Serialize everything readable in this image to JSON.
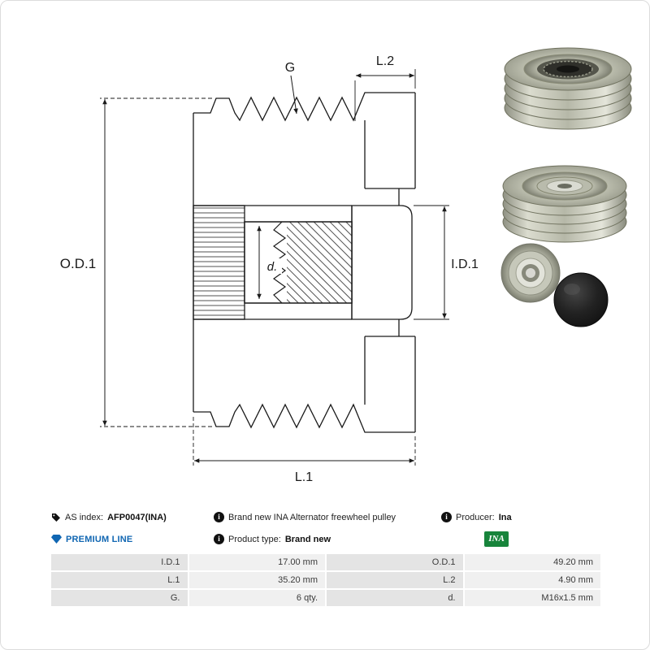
{
  "diagram": {
    "labels": {
      "od1": "O.D.1",
      "l2": "L.2",
      "g": "G",
      "d": "d.",
      "id1": "I.D.1",
      "l1": "L.1"
    }
  },
  "info": {
    "as_index_label": "AS index:",
    "as_index_value": "AFP0047(INA)",
    "description": "Brand new INA Alternator freewheel pulley",
    "producer_label": "Producer:",
    "producer_value": "Ina",
    "premium_line": "PREMIUM LINE",
    "product_type_label": "Product type:",
    "product_type_value": "Brand new",
    "brand_logo": "INA"
  },
  "spec_table": {
    "rows": [
      {
        "c1": "I.D.1",
        "v1": "17.00 mm",
        "c2": "O.D.1",
        "v2": "49.20 mm"
      },
      {
        "c1": "L.1",
        "v1": "35.20 mm",
        "c2": "L.2",
        "v2": "4.90 mm"
      },
      {
        "c1": "G.",
        "v1": "6 qty.",
        "c2": "d.",
        "v2": "M16x1.5 mm"
      }
    ]
  },
  "colors": {
    "premium_blue": "#1066b2",
    "brand_green": "#17843b",
    "line": "#1a1a1a"
  }
}
